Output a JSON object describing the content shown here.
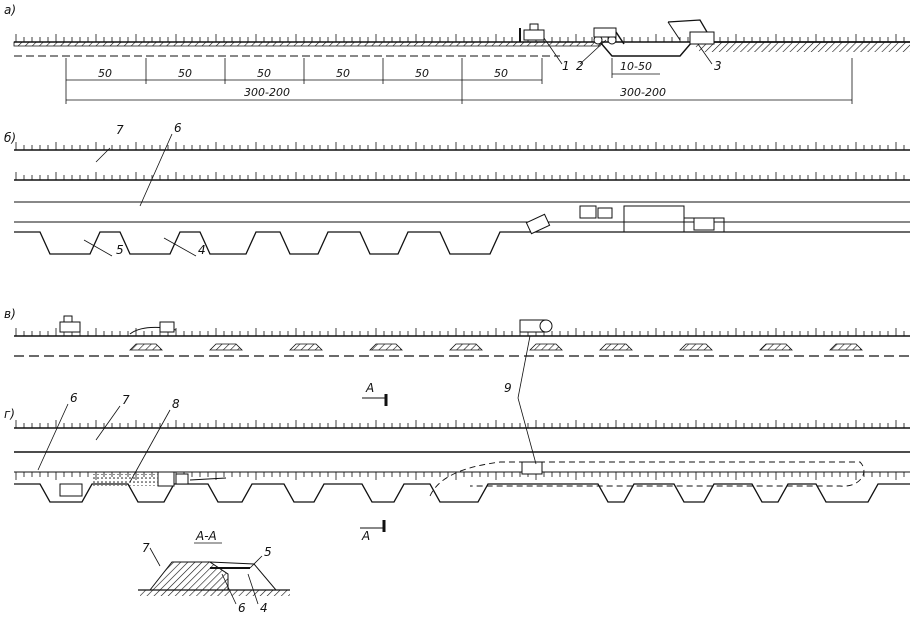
{
  "panels": {
    "a": "а)",
    "b": "б)",
    "v": "в)",
    "g": "г)"
  },
  "panel_a": {
    "segments": [
      "50",
      "50",
      "50",
      "50",
      "50",
      "50"
    ],
    "span_left": "300-200",
    "span_right": "300-200",
    "gap": "10-50",
    "markers": [
      "1",
      "2",
      "3"
    ]
  },
  "panel_b": {
    "markers": [
      "7",
      "6",
      "5",
      "4"
    ]
  },
  "panel_g": {
    "markers": [
      "6",
      "7",
      "8",
      "9"
    ],
    "cut_mark": "A",
    "cut_mark_bottom": "A"
  },
  "section": {
    "title": "A-A",
    "markers": [
      "7",
      "5",
      "6",
      "4"
    ]
  },
  "colors": {
    "ink": "#111111",
    "paper": "#ffffff"
  }
}
